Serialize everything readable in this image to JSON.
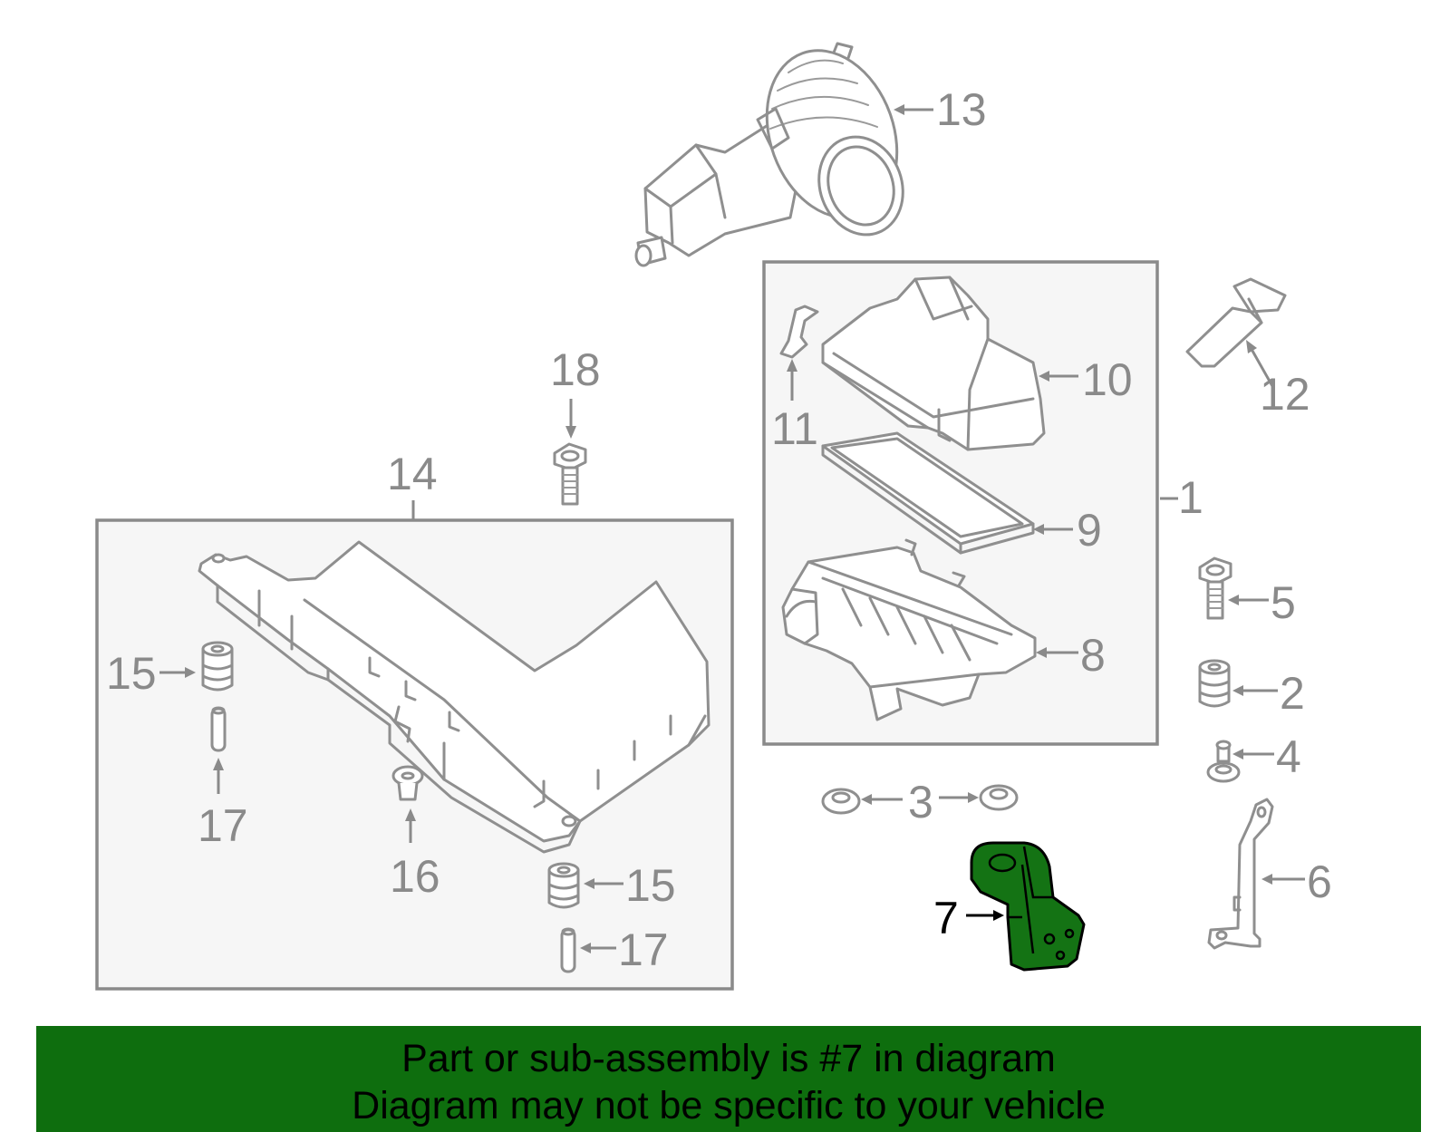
{
  "labels": {
    "p1": "1",
    "p2": "2",
    "p3": "3",
    "p4": "4",
    "p5": "5",
    "p6": "6",
    "p7": "7",
    "p8": "8",
    "p9": "9",
    "p10": "10",
    "p11": "11",
    "p12": "12",
    "p13": "13",
    "p14": "14",
    "p15": "15",
    "p16": "16",
    "p17": "17",
    "p18": "18"
  },
  "banner": {
    "line1": "Part or sub-assembly is #7 in diagram",
    "line2": "Diagram may not be specific to your vehicle"
  },
  "colors": {
    "highlight": "#147314",
    "banner": "#0e6e0e",
    "part_line": "#8f8f8f"
  }
}
